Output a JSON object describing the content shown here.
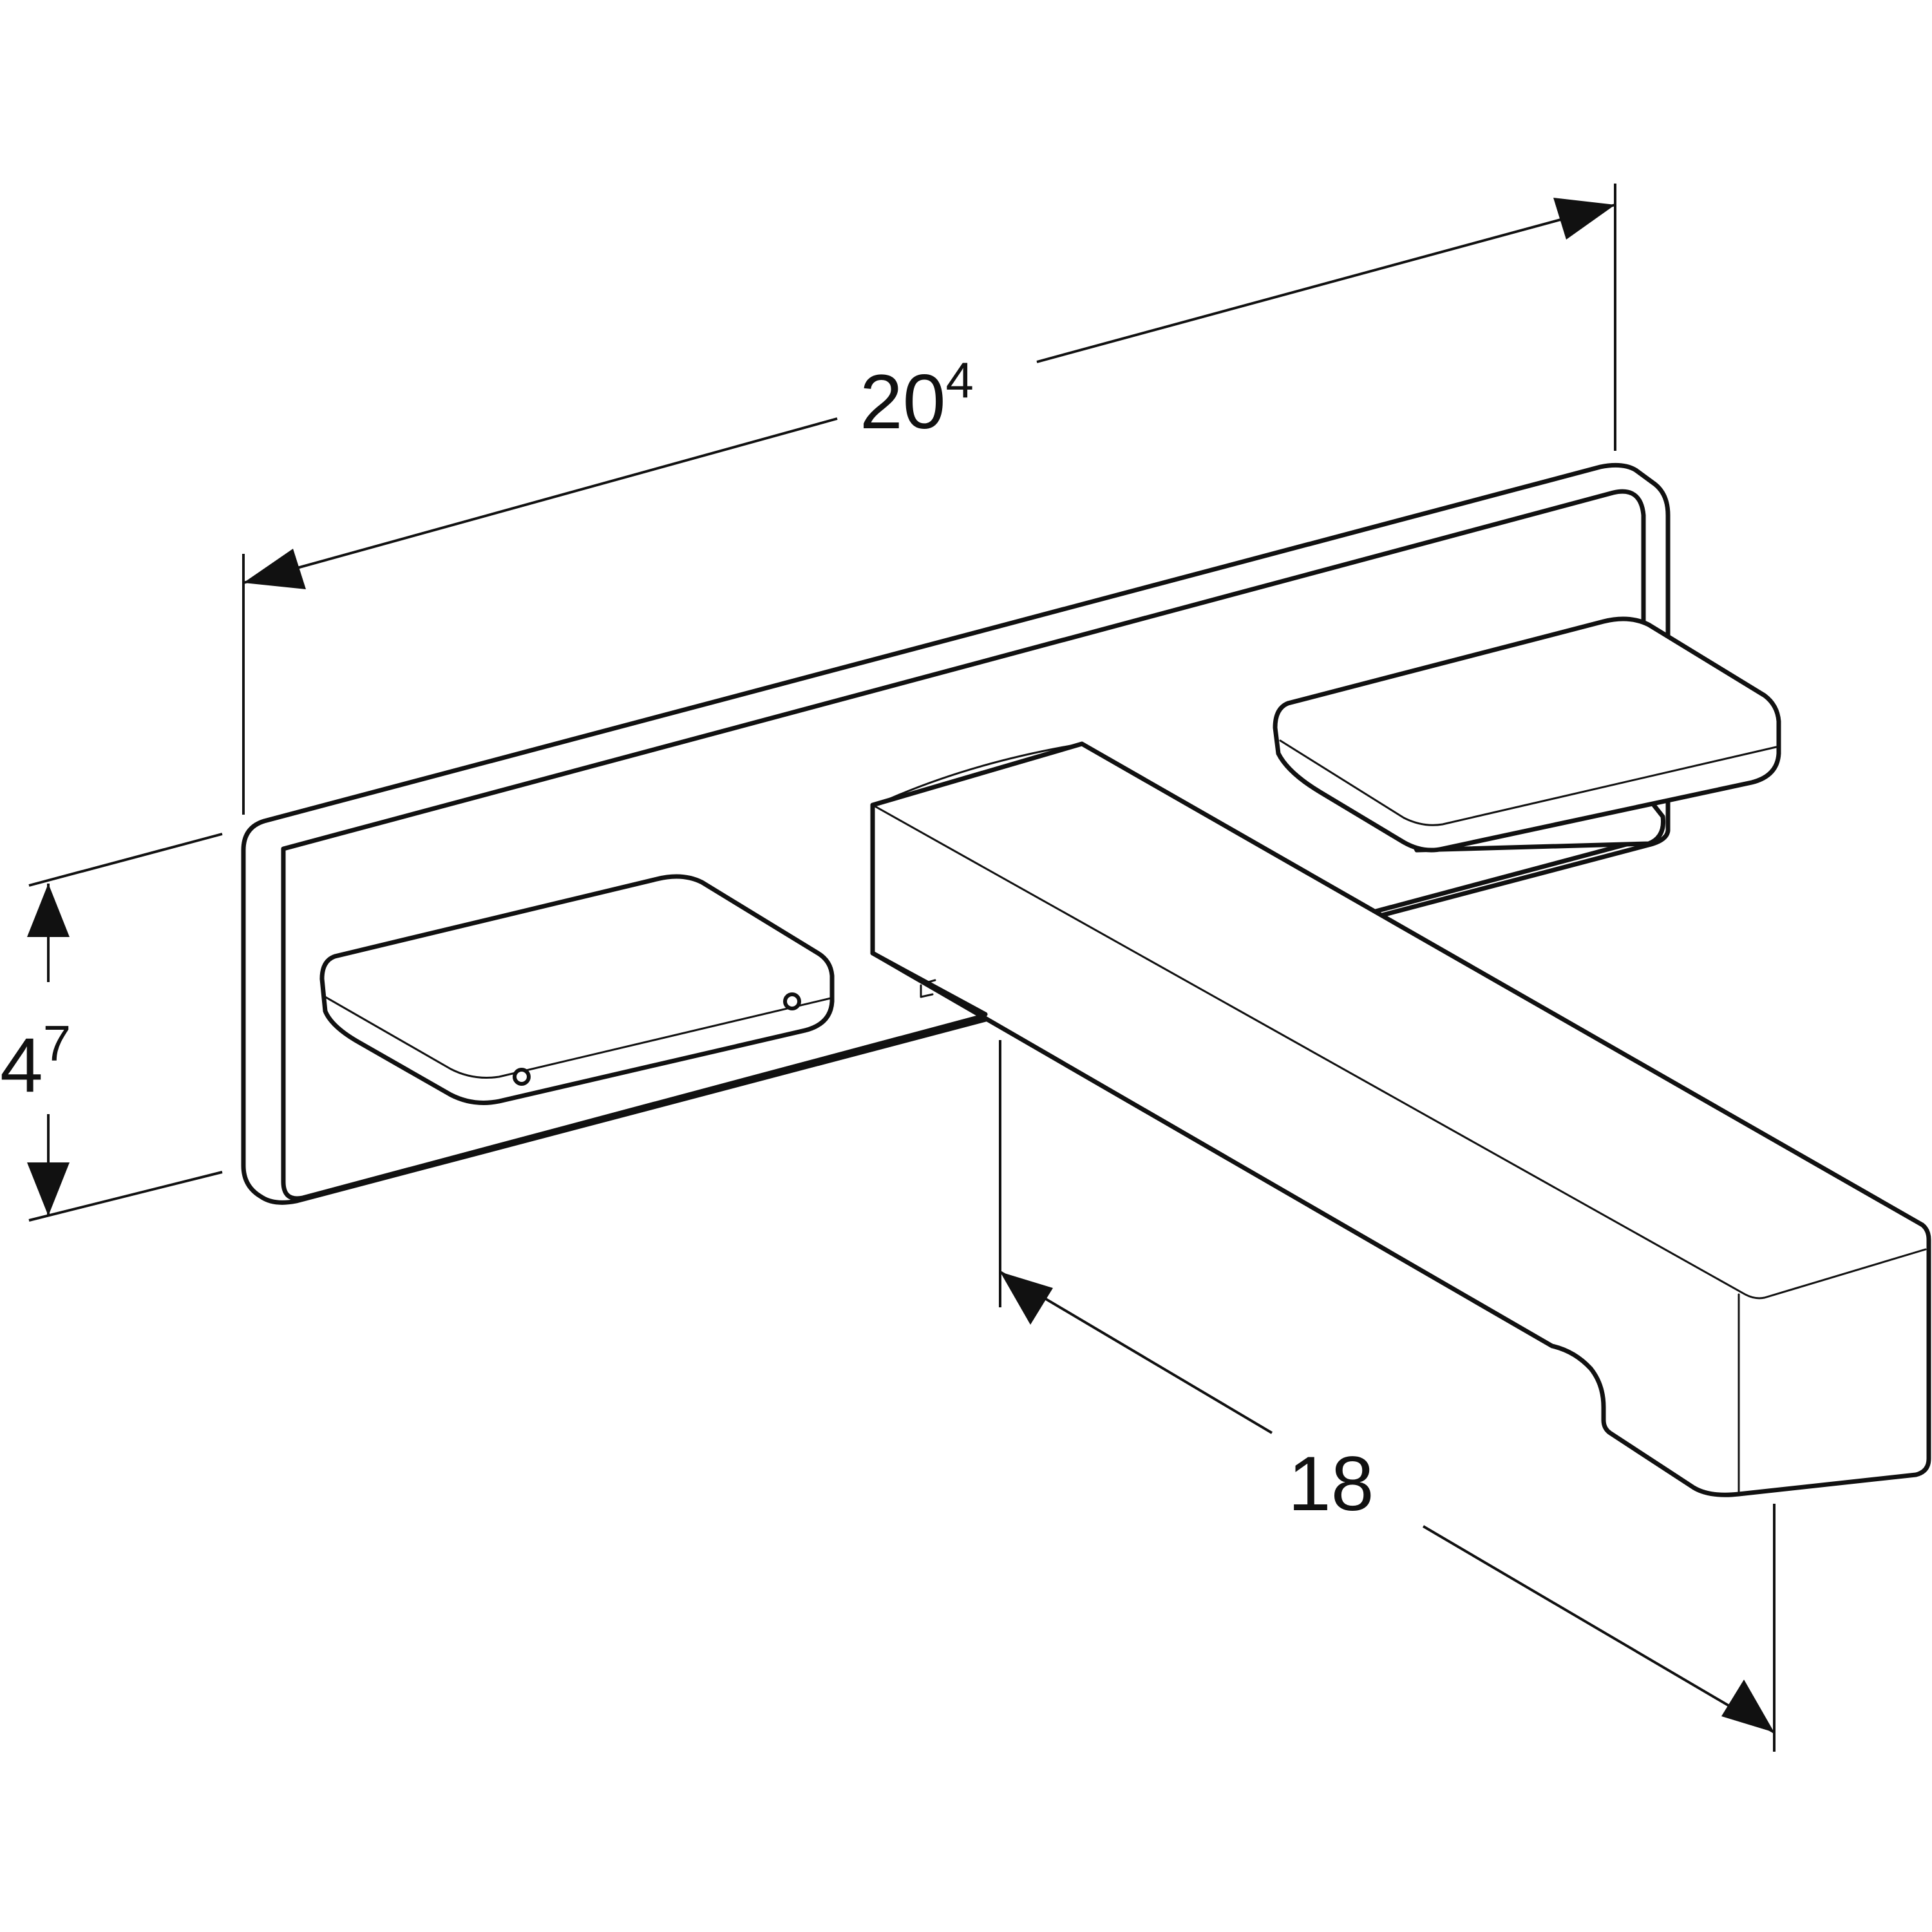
{
  "dimensions": {
    "width": {
      "main": "20",
      "sup": "4"
    },
    "height": {
      "main": "4",
      "sup": "7"
    },
    "spout_projection": {
      "main": "18",
      "sup": ""
    }
  },
  "colors": {
    "line": "#111111",
    "background": "#ffffff"
  }
}
